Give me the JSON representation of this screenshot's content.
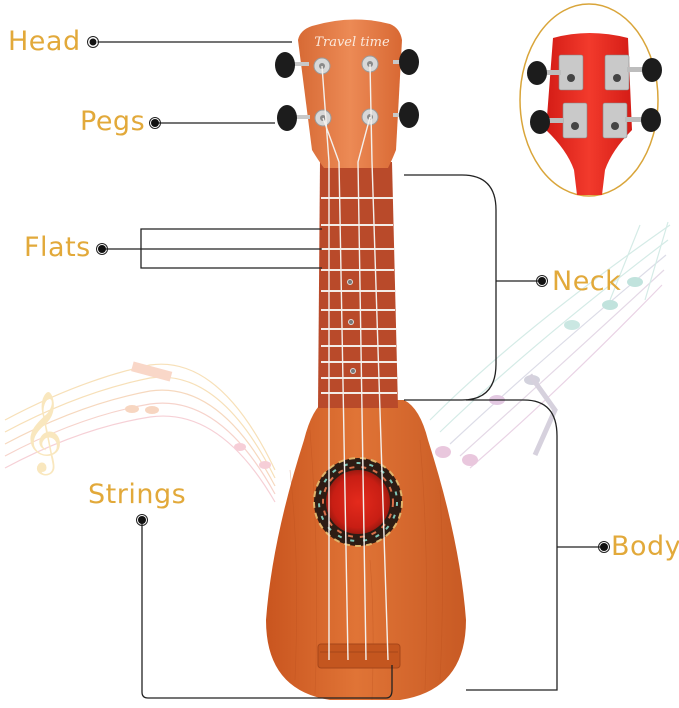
{
  "diagram": {
    "subject": "Toy ukulele parts",
    "brand_text": "Travel time",
    "labels": {
      "head": "Head",
      "pegs": "Pegs",
      "flats": "Flats",
      "neck": "Neck",
      "strings": "Strings",
      "body": "Body"
    },
    "inset": {
      "description": "Back of red headstock showing tuning machines"
    }
  },
  "colors": {
    "label_text": "#e2a93a",
    "leader_line": "#222222",
    "wood": "#d9662c",
    "fretboard": "#b94a2a",
    "soundhole": "#d42a1c",
    "inset_border": "#d9a53a",
    "inset_red": "#e8231d",
    "peg_black": "#1c1c1c"
  }
}
